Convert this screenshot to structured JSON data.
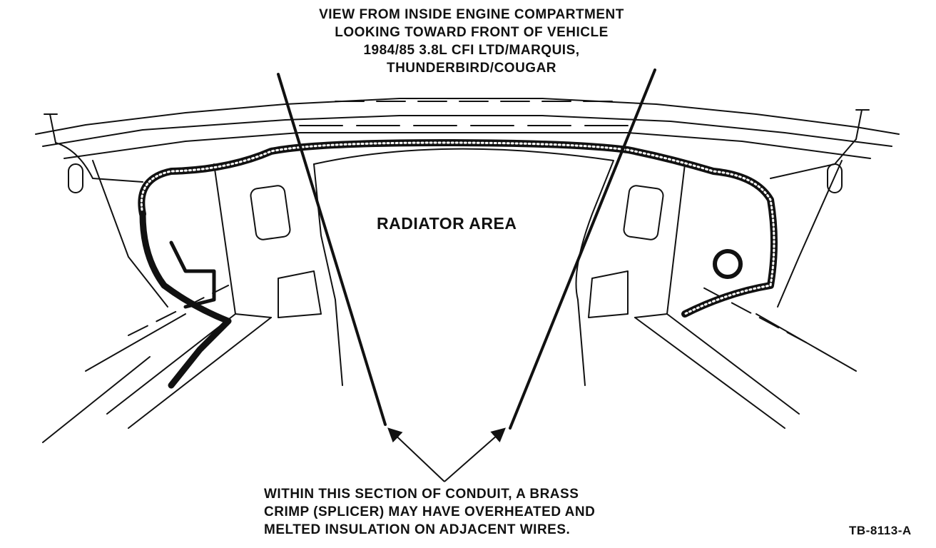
{
  "title_lines": [
    "VIEW FROM INSIDE ENGINE COMPARTMENT",
    "LOOKING TOWARD FRONT OF VEHICLE",
    "1984/85 3.8L CFI LTD/MARQUIS,",
    "THUNDERBIRD/COUGAR"
  ],
  "area_label": "RADIATOR AREA",
  "note_lines": [
    "WITHIN THIS SECTION OF CONDUIT, A BRASS",
    "CRIMP (SPLICER) MAY HAVE OVERHEATED AND",
    "MELTED INSULATION ON ADJACENT WIRES."
  ],
  "figure_ref": "TB-8113-A",
  "colors": {
    "ink": "#111111",
    "paper": "#ffffff"
  }
}
